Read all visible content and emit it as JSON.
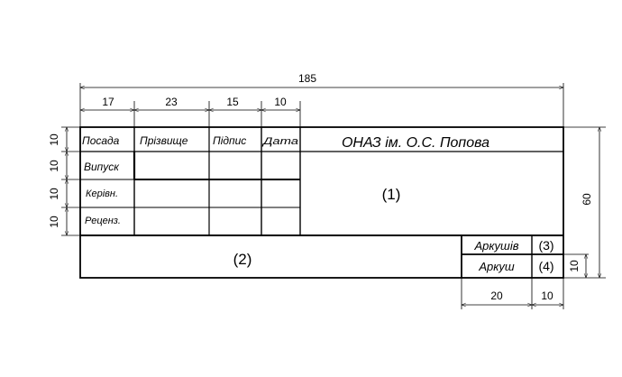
{
  "dimensions": {
    "total_width": "185",
    "col1": "17",
    "col2": "23",
    "col3": "15",
    "col4": "10",
    "row1": "10",
    "row2": "10",
    "row3": "10",
    "row4": "10",
    "total_height": "60",
    "bottom_row": "10",
    "sheet_col1": "20",
    "sheet_col2": "10"
  },
  "headers": {
    "position": "Посада",
    "surname": "Прізвище",
    "signature": "Підпис",
    "date": "Дата"
  },
  "rows": {
    "issued": "Випуск",
    "supervisor": "Керівн.",
    "reviewer": "Реценз."
  },
  "organization": "ОНАЗ ім. О.С. Попова",
  "markers": {
    "m1": "(1)",
    "m2": "(2)",
    "m3": "(3)",
    "m4": "(4)"
  },
  "sheets": {
    "sheets_label": "Аркушів",
    "sheet_label": "Аркуш"
  }
}
